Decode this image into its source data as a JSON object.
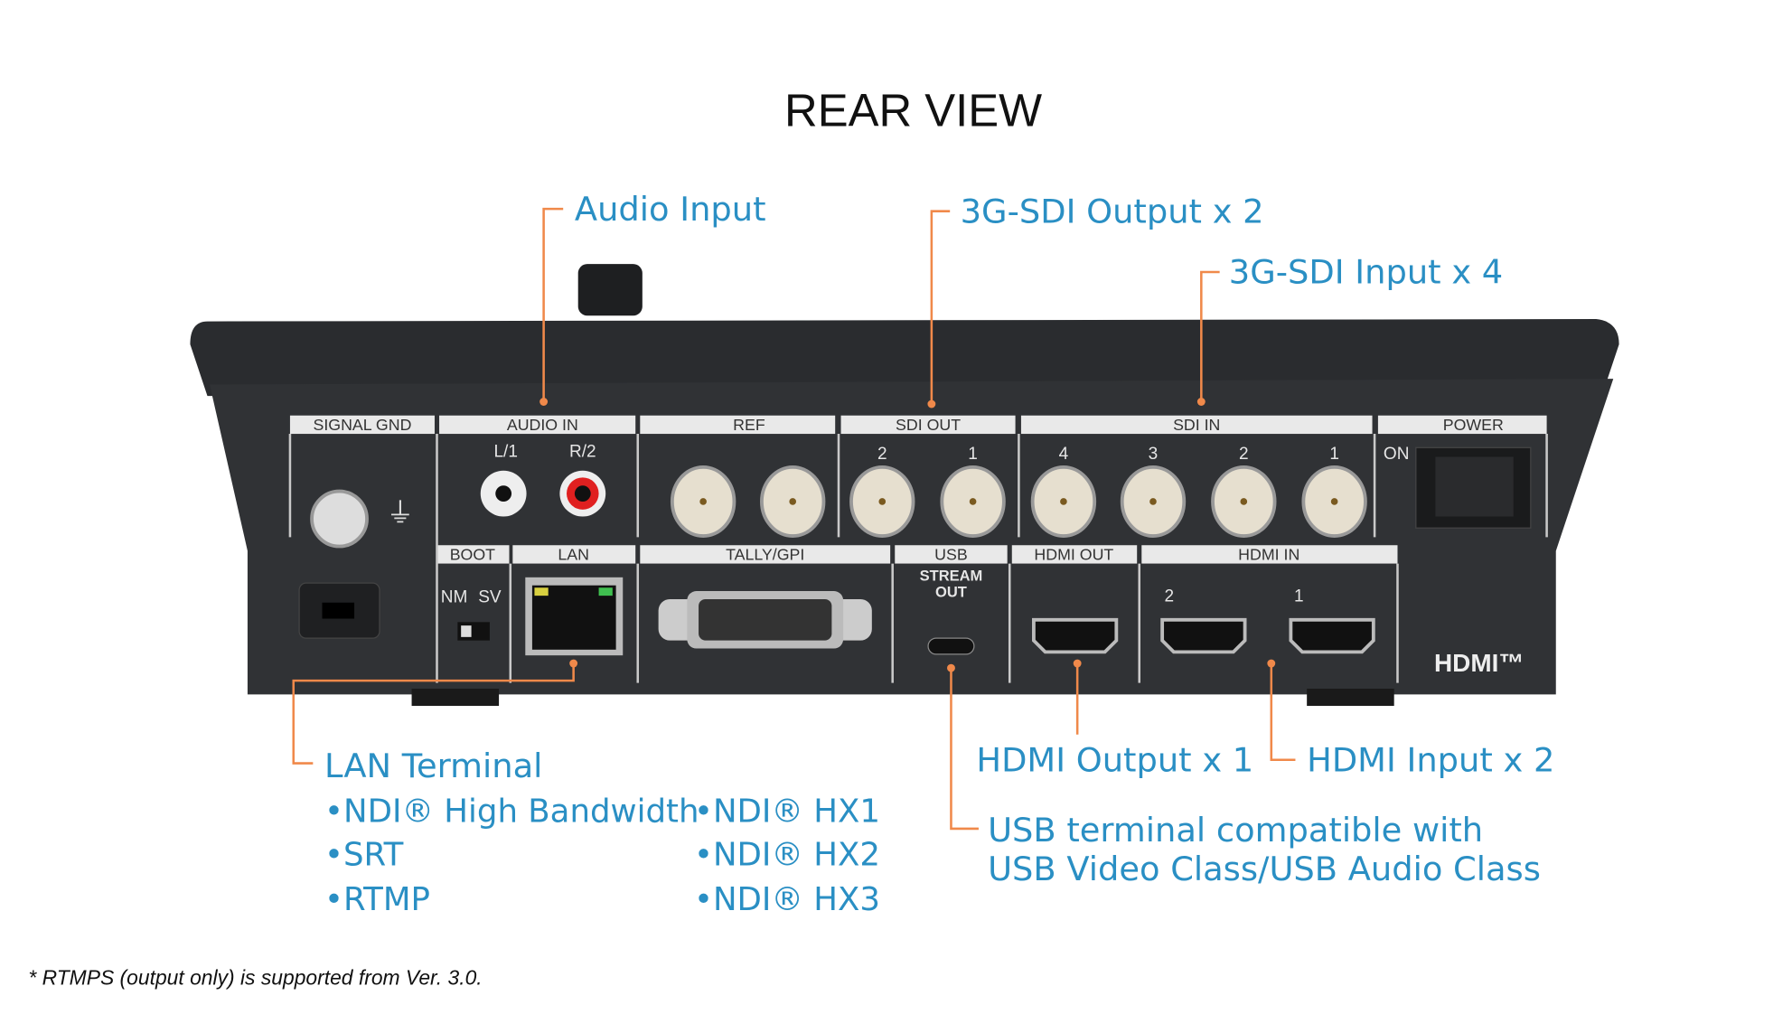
{
  "title": "REAR VIEW",
  "callouts": {
    "audio_input": "Audio Input",
    "sdi_output": "3G-SDI Output x 2",
    "sdi_input": "3G-SDI Input x 4",
    "lan_terminal": "LAN Terminal",
    "hdmi_output": "HDMI Output x 1",
    "hdmi_input": "HDMI Input x 2",
    "usb_line1": "USB terminal compatible with",
    "usb_line2": "USB Video Class/USB Audio Class"
  },
  "lan_features": {
    "left": [
      "•NDI® High Bandwidth",
      "•SRT",
      "•RTMP"
    ],
    "right": [
      "•NDI® HX1",
      "•NDI® HX2",
      "•NDI® HX3"
    ]
  },
  "panel_labels": {
    "signal_gnd": "SIGNAL GND",
    "audio_in": "AUDIO IN",
    "ref": "REF",
    "sdi_out": "SDI OUT",
    "sdi_in": "SDI IN",
    "power": "POWER",
    "boot": "BOOT",
    "lan": "LAN",
    "tally_gpi": "TALLY/GPI",
    "usb": "USB",
    "hdmi_out": "HDMI OUT",
    "hdmi_in": "HDMI IN",
    "l1": "L/1",
    "r2": "R/2",
    "on": "ON",
    "nm": "NM",
    "sv": "SV",
    "stream": "STREAM",
    "out": "OUT",
    "sdi_out_nums": [
      "2",
      "1"
    ],
    "sdi_in_nums": [
      "4",
      "3",
      "2",
      "1"
    ],
    "hdmi_in_nums": [
      "2",
      "1"
    ],
    "hdmi_logo": "HDMI™"
  },
  "footnote": "* RTMPS (output only) is supported from Ver. 3.0.",
  "colors": {
    "callout_text": "#2a8fc4",
    "leader_line": "#f0894a",
    "device": "#2e3033"
  }
}
